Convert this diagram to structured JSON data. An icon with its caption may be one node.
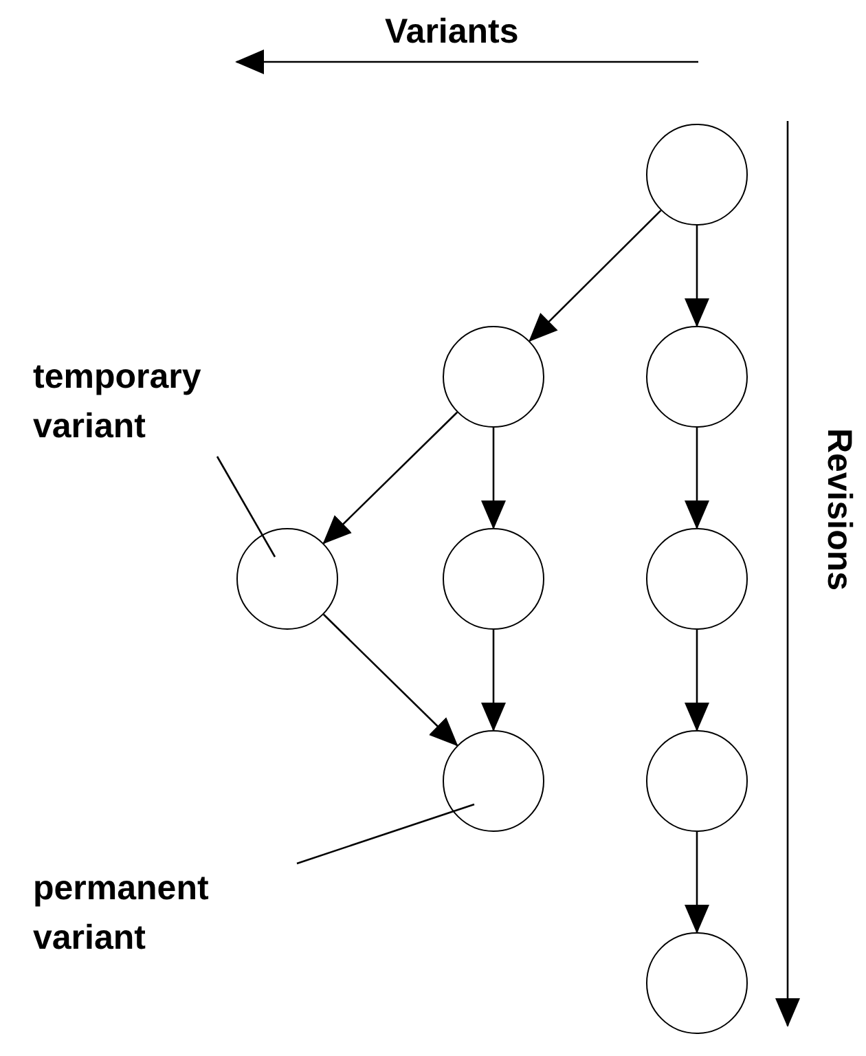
{
  "diagram": {
    "nodes": [
      {
        "text": [],
        "shape": "circle"
      },
      {
        "text": [],
        "shape": "circle"
      },
      {
        "text": [],
        "shape": "circle"
      },
      {
        "text": [],
        "shape": "circle"
      },
      {
        "text": [],
        "shape": "circle"
      },
      {
        "text": [],
        "shape": "circle"
      },
      {
        "text": [],
        "shape": "circle"
      },
      {
        "text": [],
        "shape": "circle"
      },
      {
        "text": [],
        "shape": "circle"
      },
      {
        "text": [
          "temporary variant"
        ]
      },
      {
        "text": [
          "permanent variant"
        ]
      }
    ],
    "edges": [
      {
        "from": 0,
        "to": 1,
        "arrow": "to"
      },
      {
        "from": 0,
        "to": 2,
        "arrow": "to"
      },
      {
        "from": 1,
        "to": 3,
        "arrow": "to"
      },
      {
        "from": 1,
        "to": 4,
        "arrow": "to"
      },
      {
        "from": 2,
        "to": 5,
        "arrow": "to"
      },
      {
        "from": 3,
        "to": 6,
        "arrow": "to"
      },
      {
        "from": 4,
        "to": 6,
        "arrow": "to"
      },
      {
        "from": 5,
        "to": 7,
        "arrow": "to"
      },
      {
        "from": 7,
        "to": 8,
        "arrow": "to"
      },
      {
        "from": 9,
        "to": 3,
        "arrow": "none"
      },
      {
        "from": 10,
        "to": 6,
        "arrow": "none"
      }
    ],
    "labels": [
      "Variants",
      "Revisions"
    ]
  }
}
